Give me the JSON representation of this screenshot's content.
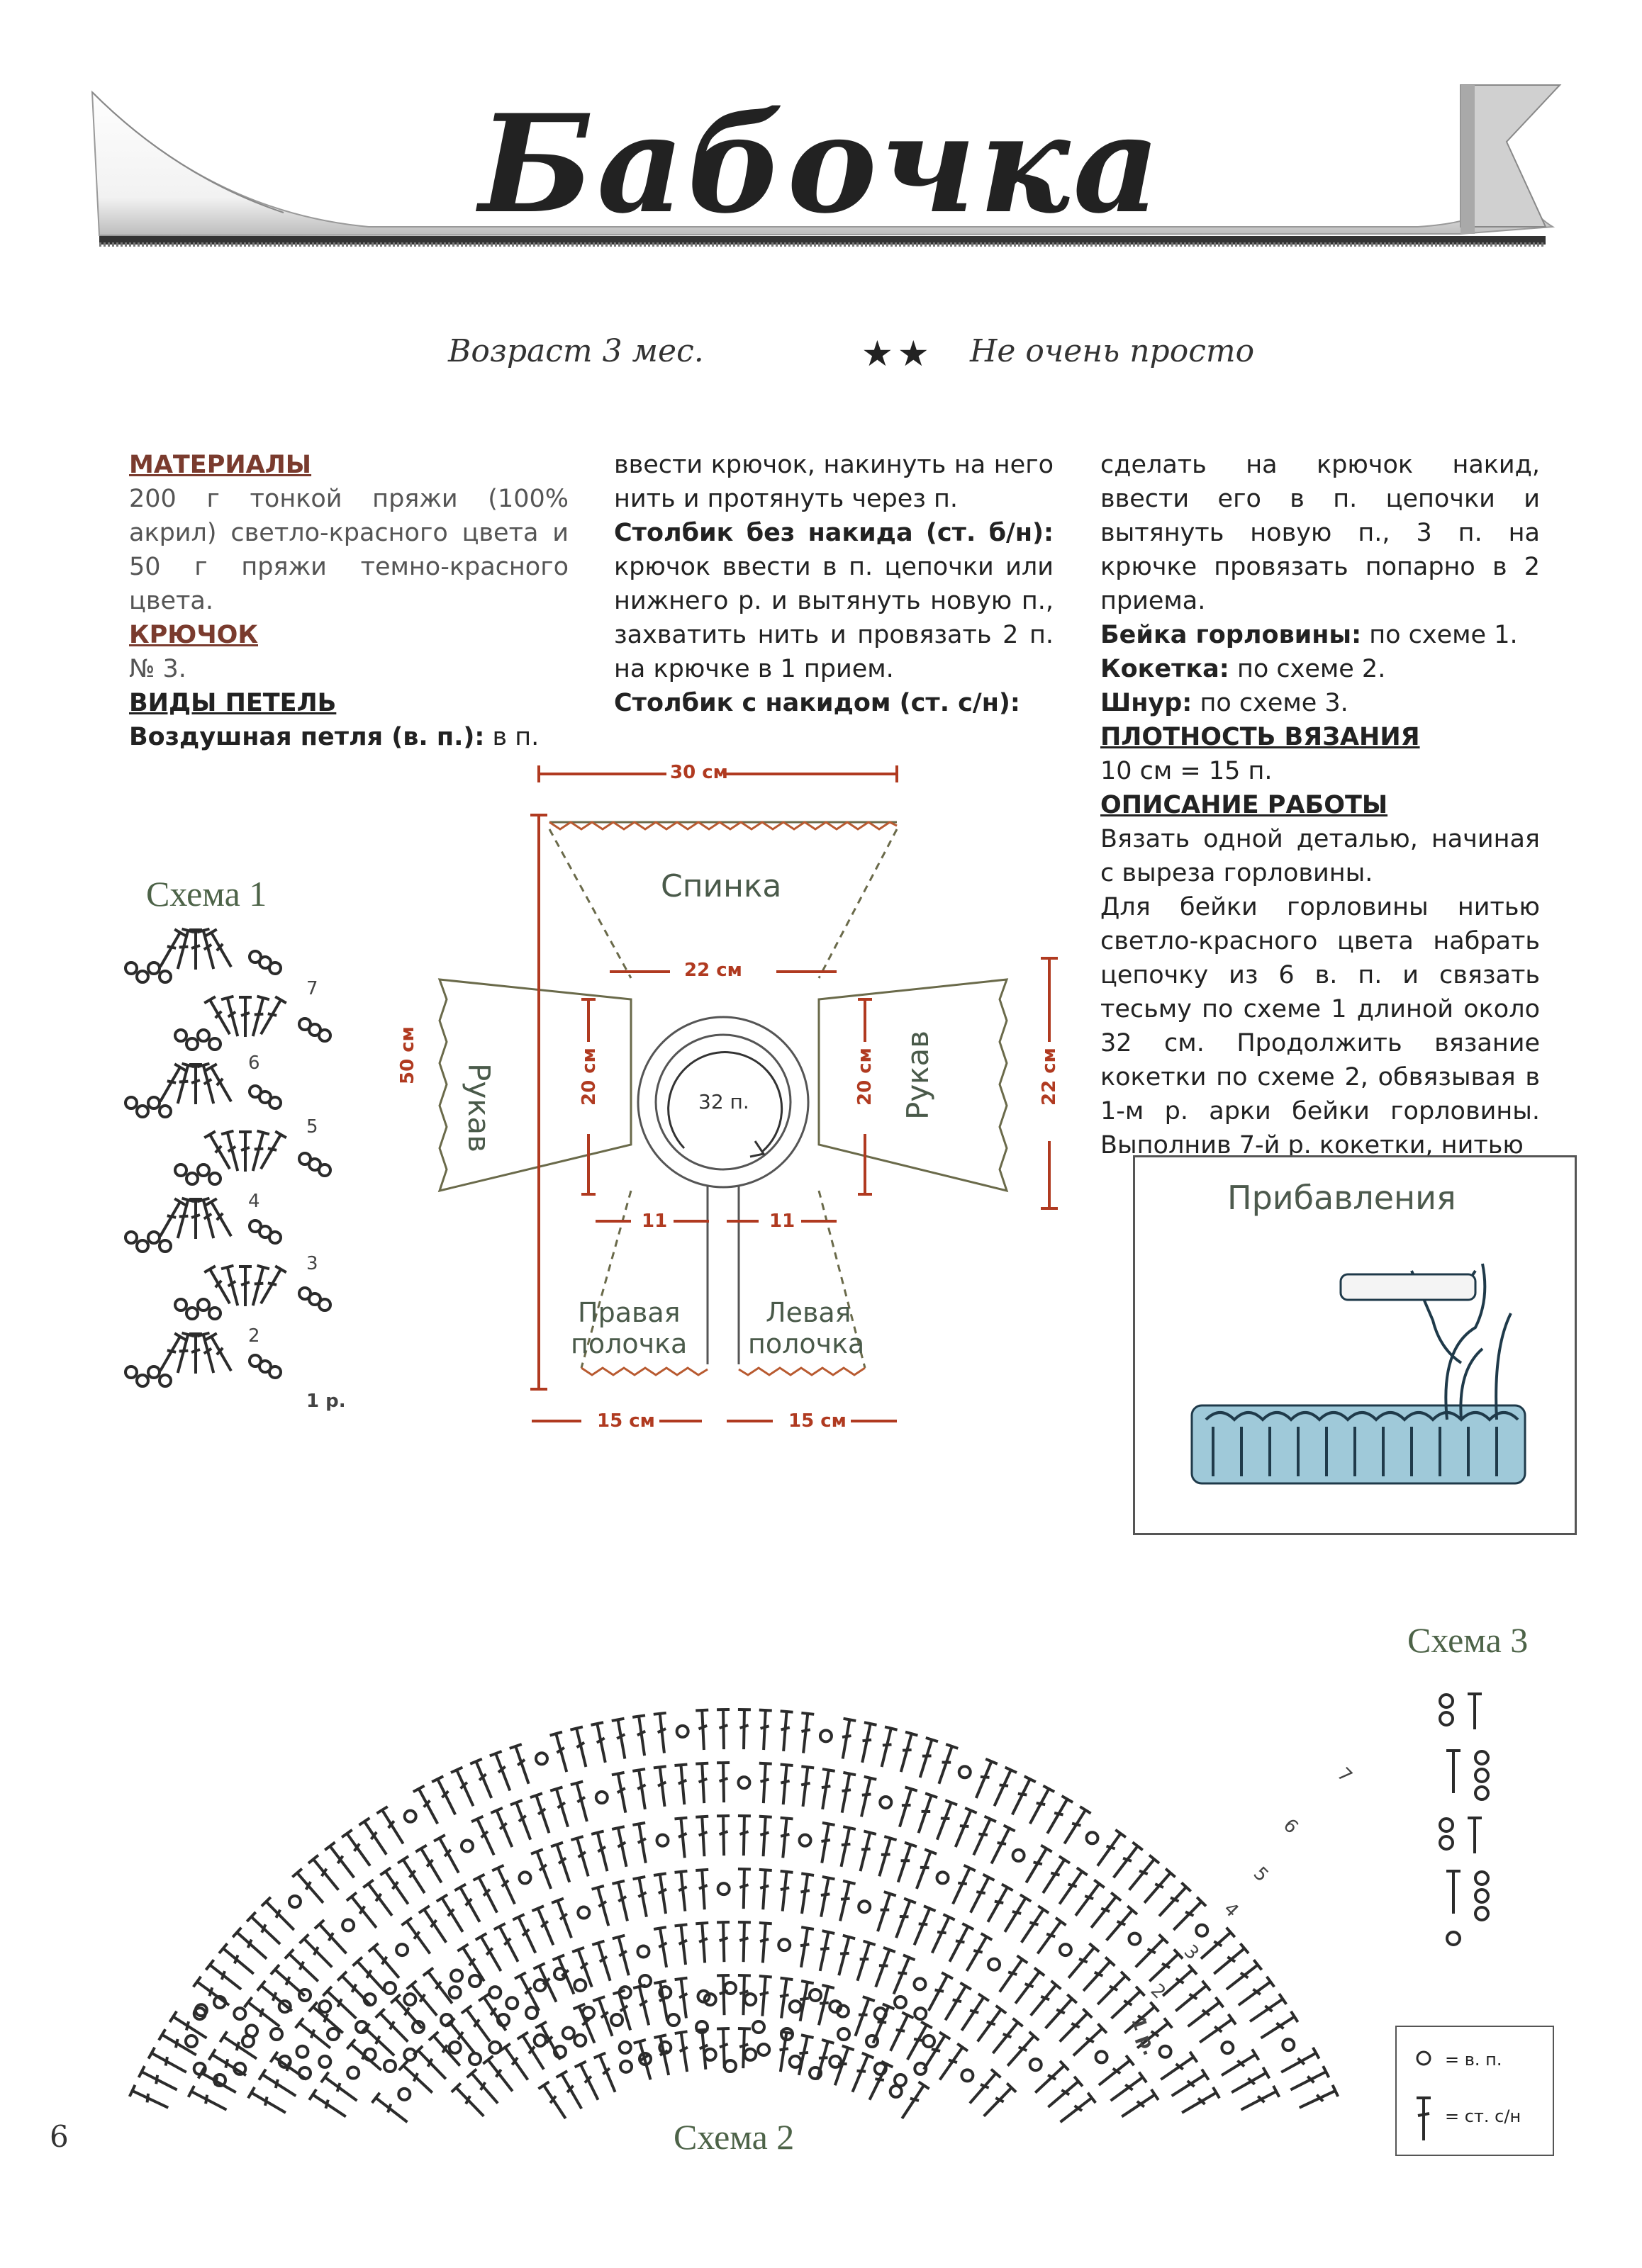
{
  "title": "Бабочка",
  "meta": {
    "age": "Возраст 3 мес.",
    "difficulty_stars": "★★",
    "difficulty": "Не очень просто"
  },
  "col1": {
    "materials_head": "МАТЕРИАЛЫ",
    "materials_text": "200 г тонкой пряжи (100% акрил) светло-красного цвета и 50 г пряжи темно-красного цвета.",
    "hook_head": "КРЮЧОК",
    "hook_text": "№ 3.",
    "stitches_head": "ВИДЫ ПЕТЕЛЬ",
    "chain_label": "Воздушная петля (в. п.):",
    "chain_text": "в п."
  },
  "col2": {
    "chain_cont": "ввести крючок, накинуть на него нить и протянуть через п.",
    "sc_label": "Столбик без накида (ст. б/н):",
    "sc_text": "крючок ввести в п. цепочки или нижнего р. и вытянуть новую п., захватить нить и провязать 2 п. на крючке в 1 прием.",
    "dc_label": "Столбик с накидом (ст. с/н):"
  },
  "col3": {
    "dc_cont": "сделать на крючок накид, ввести его в п. цепочки и вытянуть новую п., 3 п. на крючке провязать попарно в 2 приема.",
    "neck_label": "Бейка горловины:",
    "neck_text": "по схеме 1.",
    "yoke_label": "Кокетка:",
    "yoke_text": "по схеме 2.",
    "cord_label": "Шнур:",
    "cord_text": "по схеме 3.",
    "gauge_head": "ПЛОТНОСТЬ ВЯЗАНИЯ",
    "gauge_text": "10 см = 15 п.",
    "desc_head": "ОПИСАНИЕ РАБОТЫ",
    "desc_p1": "Вязать одной деталью, начиная с выреза горловины.",
    "desc_p2": "Для бейки горловины нитью светло-красного цвета набрать цепочку из 6 в. п. и связать тесьму по схеме 1 длиной около 32 см. Продолжить вязание кокетки по схеме 2, обвязывая в 1-м р. арки бейки горловины. Выполнив 7-й р. кокетки, нитью"
  },
  "schema1": {
    "title": "Схема 1",
    "rows": [
      "7",
      "6",
      "5",
      "4",
      "3",
      "2",
      "1 р."
    ]
  },
  "pattern": {
    "back": "Спинка",
    "sleeve": "Рукав",
    "center": "32 п.",
    "right_front_1": "Правая",
    "right_front_2": "полочка",
    "left_front_1": "Левая",
    "left_front_2": "полочка",
    "dim_top": "30 см",
    "dim_mid": "22 см",
    "dim_height": "50 см",
    "dim_arm_l": "20 см",
    "dim_arm_r": "20 см",
    "dim_sleeve": "22 см",
    "dim_11_l": "11",
    "dim_11_r": "11",
    "dim_15_l": "15 см",
    "dim_15_r": "15 см"
  },
  "increases": {
    "title": "Прибавления"
  },
  "schema2": {
    "title": "Схема 2",
    "rows": [
      "7",
      "6",
      "5",
      "4",
      "3",
      "2",
      "1 р."
    ]
  },
  "schema3": {
    "title": "Схема 3"
  },
  "legend": {
    "ch": "= в. п.",
    "dc": "= ст. с/н"
  },
  "page_number": "6",
  "colors": {
    "dimension": "#b03a20",
    "schema_title": "#4d6348",
    "symbols": "#2b2b2b",
    "ribbon_shadow": "#bdbdbd"
  }
}
